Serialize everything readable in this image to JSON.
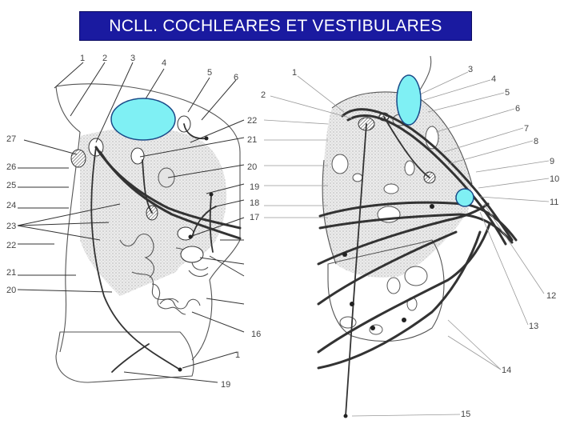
{
  "title": "NCLL. COCHLEARES ET VESTIBULARES",
  "colors": {
    "title_bg": "#1a1aa0",
    "title_text": "#ffffff",
    "highlight_fill": "#7ff0f4",
    "highlight_stroke": "#1a4a88"
  },
  "left_figure": {
    "top_labels": [
      "1",
      "2",
      "3",
      "4",
      "5",
      "6"
    ],
    "right_labels": [
      "22",
      "21",
      "20",
      "19",
      "18",
      "17",
      "16",
      "1",
      "19"
    ],
    "left_labels": [
      "27",
      "26",
      "25",
      "24",
      "23",
      "22",
      "21",
      "20"
    ]
  },
  "right_figure": {
    "labels": [
      "1",
      "2",
      "3",
      "4",
      "5",
      "6",
      "7",
      "8",
      "9",
      "10",
      "11",
      "12",
      "13",
      "14",
      "15"
    ]
  }
}
